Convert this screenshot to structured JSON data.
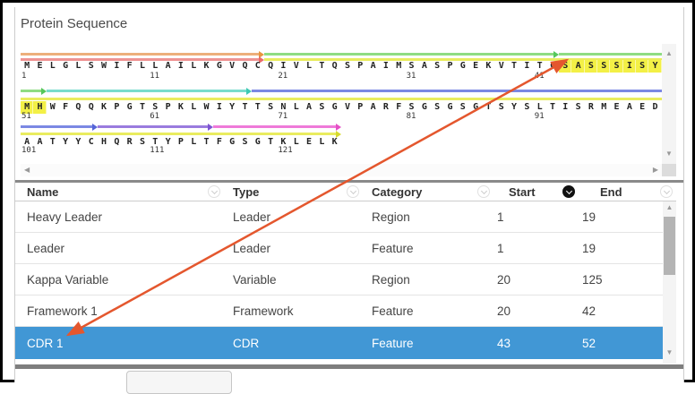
{
  "header": {
    "title": "Protein Sequence"
  },
  "colors": {
    "arrow": "#E4572E",
    "selected_row_bg": "#4197D5",
    "highlight": "#F3F046",
    "tracks": {
      "orange": {
        "line": "#EDAF7B",
        "head": "#E8963F"
      },
      "salmon": {
        "line": "#EE9292",
        "head": "#E96A6A"
      },
      "green": {
        "line": "#8FDC83",
        "head": "#55C75C"
      },
      "yellow": {
        "line": "#E9EC5F",
        "head": "#D6DA2E"
      },
      "teal": {
        "line": "#79DCCD",
        "head": "#3EC9B4"
      },
      "blue": {
        "line": "#7B88E3",
        "head": "#5565D8"
      },
      "purple": {
        "line": "#9A7BDE",
        "head": "#7D54D2"
      },
      "pink": {
        "line": "#EF7AD9",
        "head": "#E54FC6"
      }
    }
  },
  "icons": {
    "scroll_up": "▲",
    "scroll_down": "▼",
    "scroll_left": "◀",
    "scroll_right": "▶"
  },
  "sequence": {
    "cell_width": 14.32,
    "rows": [
      {
        "start": 1,
        "residues": "MELGLSWIFLLAILKGVQCQIVLTQSPAIMSASPGEKVTITCSASSSISY",
        "numbers": [
          1,
          11,
          21,
          31,
          41
        ],
        "highlight": [
          43,
          50
        ],
        "tracks": [
          {
            "from": 1,
            "to": 19,
            "lane": 0,
            "color": "orange",
            "arrow": true
          },
          {
            "from": 20,
            "to": 42,
            "lane": 0,
            "color": "green",
            "arrow": true
          },
          {
            "from": 43,
            "to": 50,
            "lane": 0,
            "color": "green",
            "arrow": false
          },
          {
            "from": 1,
            "to": 19,
            "lane": 1,
            "color": "salmon",
            "arrow": true
          },
          {
            "from": 20,
            "to": 50,
            "lane": 1,
            "color": "yellow",
            "arrow": false
          }
        ]
      },
      {
        "start": 51,
        "residues": "MHWFQQKPGTSPKLWIYTTSNLASGVPARFSGSGSGTSYSLTISRMEAED",
        "numbers": [
          51,
          61,
          71,
          81,
          91
        ],
        "highlight": [
          51,
          52
        ],
        "tracks": [
          {
            "from": 51,
            "to": 52,
            "lane": 0,
            "color": "green",
            "arrow": true
          },
          {
            "from": 53,
            "to": 68,
            "lane": 0,
            "color": "teal",
            "arrow": true
          },
          {
            "from": 69,
            "to": 100,
            "lane": 0,
            "color": "blue",
            "arrow": false
          },
          {
            "from": 51,
            "to": 100,
            "lane": 1,
            "color": "yellow",
            "arrow": false
          }
        ]
      },
      {
        "start": 101,
        "residues": "AATYYCHQRSTYPLTFGSGTKLELK",
        "numbers": [
          101,
          111,
          121
        ],
        "highlight": null,
        "tracks": [
          {
            "from": 101,
            "to": 106,
            "lane": 0,
            "color": "blue",
            "arrow": true
          },
          {
            "from": 107,
            "to": 115,
            "lane": 0,
            "color": "purple",
            "arrow": true
          },
          {
            "from": 116,
            "to": 125,
            "lane": 0,
            "color": "pink",
            "arrow": true
          },
          {
            "from": 101,
            "to": 125,
            "lane": 1,
            "color": "yellow",
            "arrow": true
          }
        ]
      }
    ]
  },
  "table": {
    "columns": [
      {
        "label": "Name",
        "sorted": false
      },
      {
        "label": "Type",
        "sorted": false
      },
      {
        "label": "Category",
        "sorted": false
      },
      {
        "label": "Start",
        "sorted": true
      },
      {
        "label": "End",
        "sorted": false
      }
    ],
    "rows": [
      {
        "name": "Heavy Leader",
        "type": "Leader",
        "category": "Region",
        "start": "1",
        "end": "19",
        "selected": false
      },
      {
        "name": "Leader",
        "type": "Leader",
        "category": "Feature",
        "start": "1",
        "end": "19",
        "selected": false
      },
      {
        "name": "Kappa Variable",
        "type": "Variable",
        "category": "Region",
        "start": "20",
        "end": "125",
        "selected": false
      },
      {
        "name": "Framework 1",
        "type": "Framework",
        "category": "Feature",
        "start": "20",
        "end": "42",
        "selected": false
      },
      {
        "name": "CDR 1",
        "type": "CDR",
        "category": "Feature",
        "start": "43",
        "end": "52",
        "selected": true
      }
    ]
  }
}
